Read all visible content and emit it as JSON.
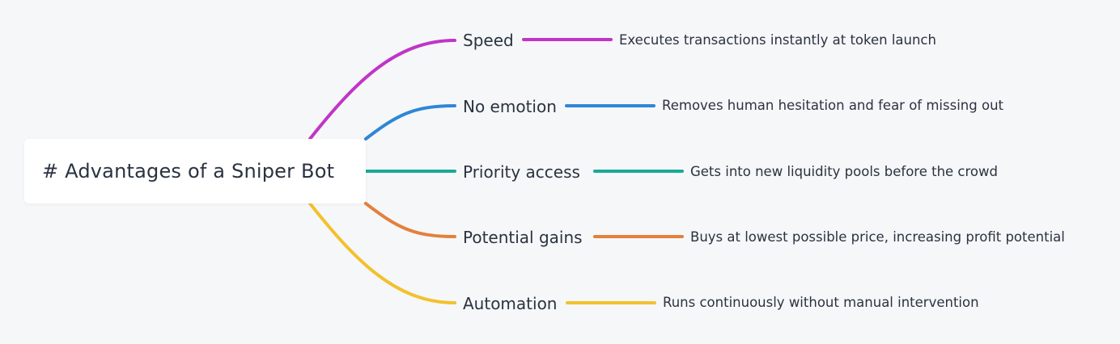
{
  "root": {
    "label": "# Advantages of a Sniper Bot"
  },
  "branches": [
    {
      "label": "Speed",
      "detail": "Executes transactions instantly at token launch",
      "color": "#c035c8"
    },
    {
      "label": "No emotion",
      "detail": "Removes human hesitation and fear of missing out",
      "color": "#2f86d6"
    },
    {
      "label": "Priority access",
      "detail": "Gets into new liquidity pools before the crowd",
      "color": "#1aa99a"
    },
    {
      "label": "Potential gains",
      "detail": "Buys at lowest possible price, increasing profit potential",
      "color": "#e2813a"
    },
    {
      "label": "Automation",
      "detail": "Runs continuously without manual intervention",
      "color": "#f2c12e"
    }
  ]
}
